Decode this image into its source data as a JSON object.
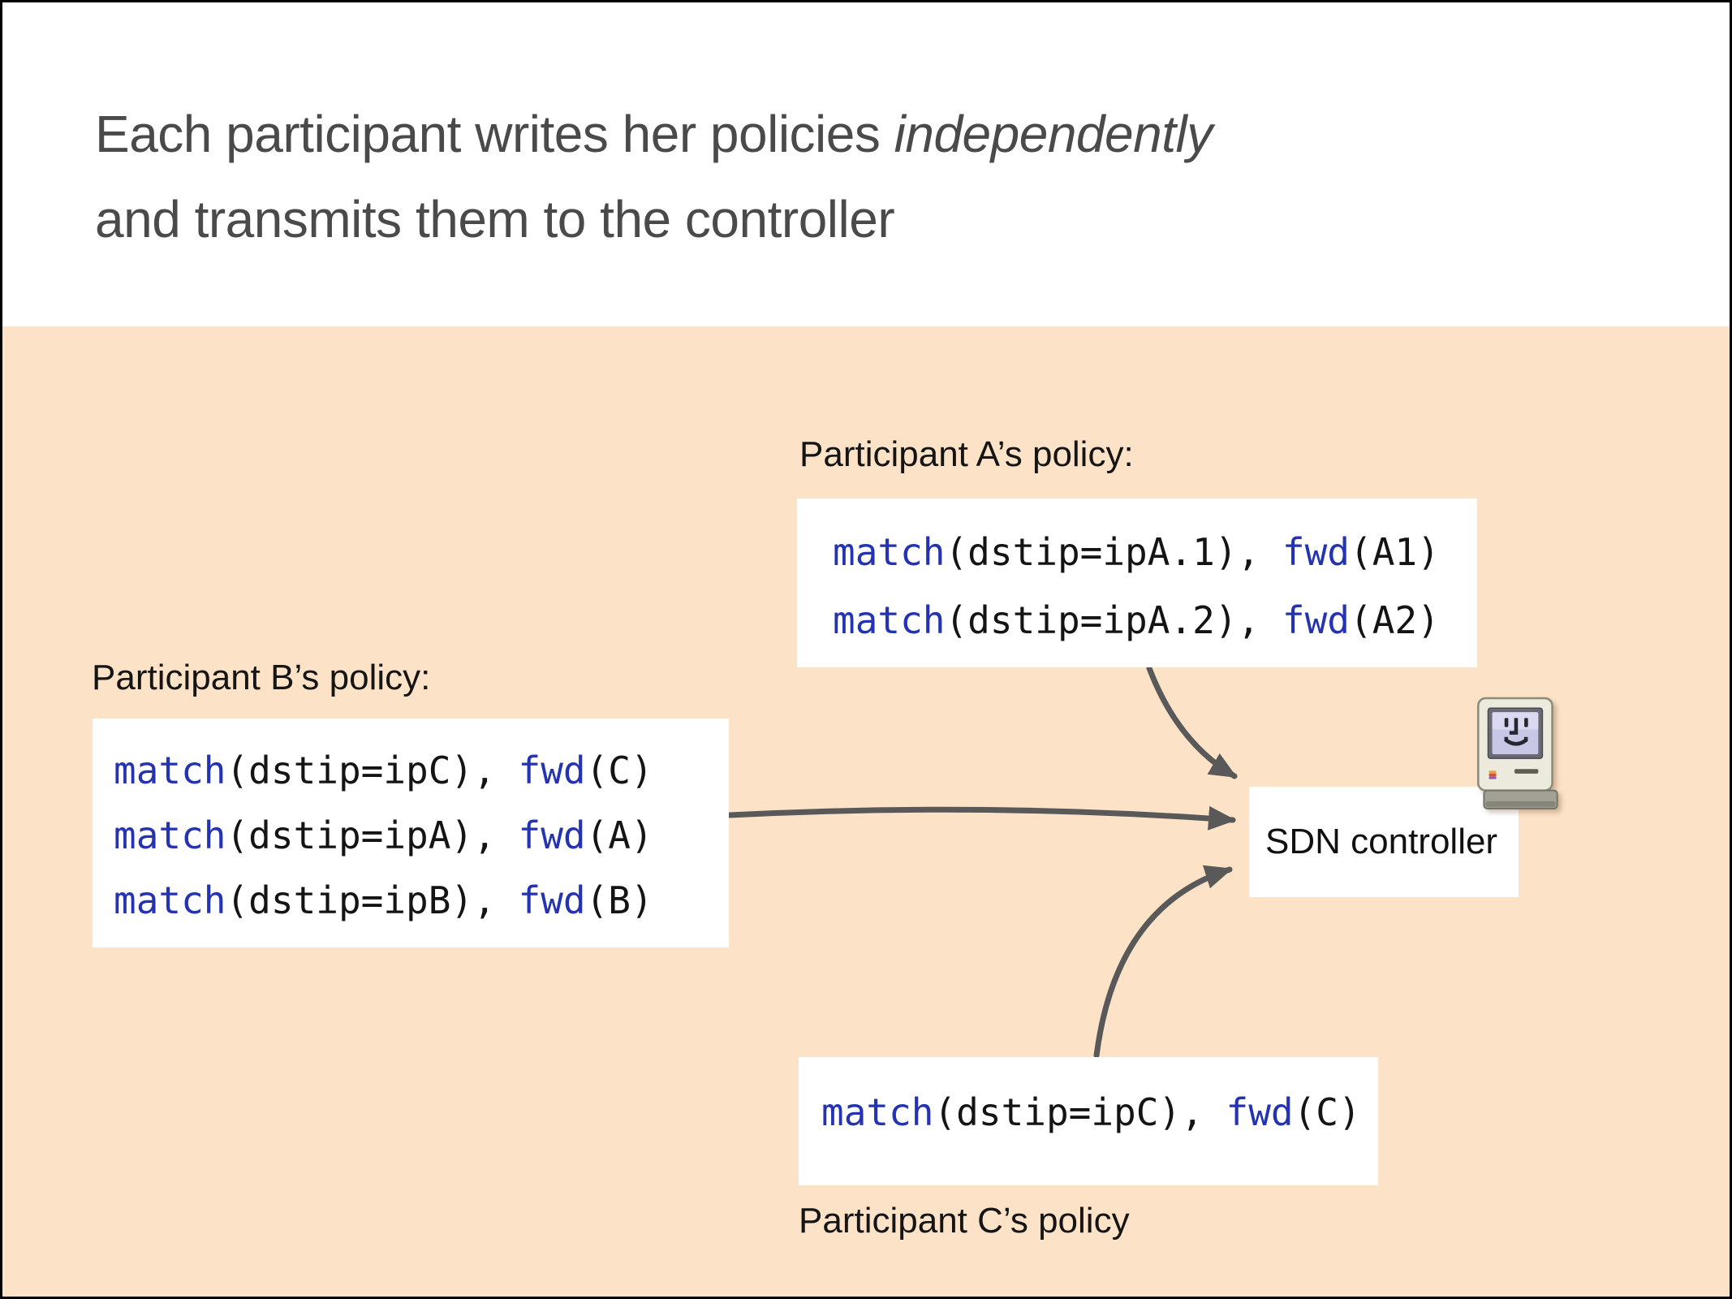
{
  "title": {
    "line1_regular": "Each participant writes her policies ",
    "line1_italic": "independently",
    "line2": "and transmits them to the controller"
  },
  "policies": {
    "a": {
      "label": "Participant A’s policy:",
      "rules": [
        {
          "kw1": "match",
          "arg1": "(dstip=ipA.1), ",
          "kw2": "fwd",
          "arg2": "(A1)"
        },
        {
          "kw1": "match",
          "arg1": "(dstip=ipA.2), ",
          "kw2": "fwd",
          "arg2": "(A2)"
        }
      ]
    },
    "b": {
      "label": "Participant B’s policy:",
      "rules": [
        {
          "kw1": "match",
          "arg1": "(dstip=ipC), ",
          "kw2": "fwd",
          "arg2": "(C)"
        },
        {
          "kw1": "match",
          "arg1": "(dstip=ipA), ",
          "kw2": "fwd",
          "arg2": "(A)"
        },
        {
          "kw1": "match",
          "arg1": "(dstip=ipB), ",
          "kw2": "fwd",
          "arg2": "(B)"
        }
      ]
    },
    "c": {
      "label": "Participant C’s policy",
      "rules": [
        {
          "kw1": "match",
          "arg1": "(dstip=ipC), ",
          "kw2": "fwd",
          "arg2": "(C)"
        }
      ]
    }
  },
  "controller": {
    "label": "SDN controller",
    "icon": "classic-mac-icon"
  },
  "colors": {
    "background_peach": "#fce2c6",
    "title_gray": "#4a4a4a",
    "keyword_blue": "#2333b2",
    "code_black": "#141414",
    "arrow_gray": "#595959",
    "box_white": "#ffffff",
    "slide_border": "#000000"
  }
}
